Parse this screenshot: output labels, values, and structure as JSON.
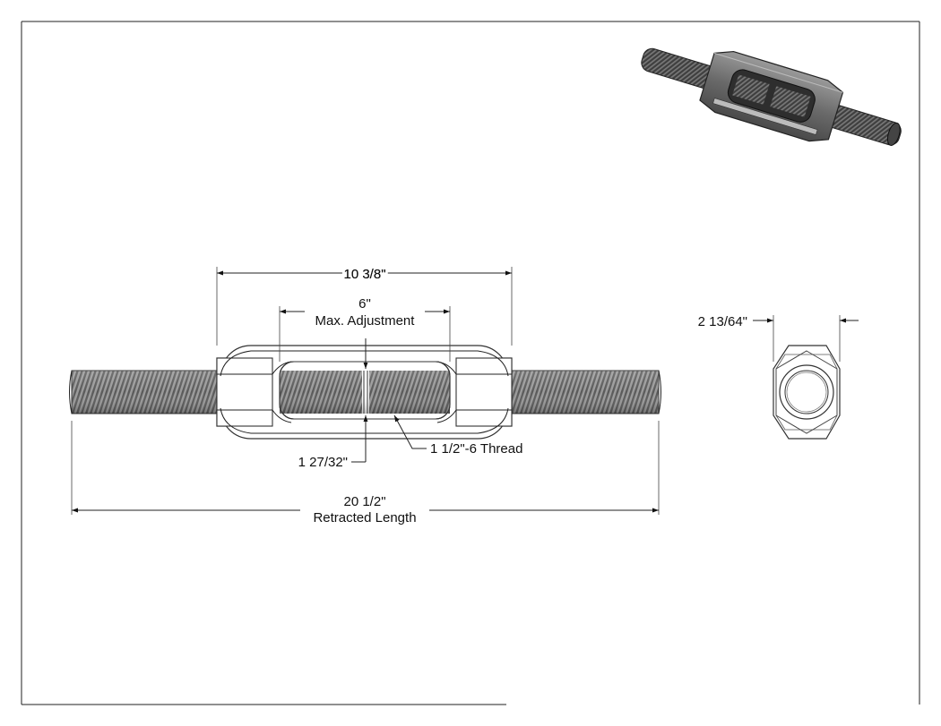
{
  "dimensions": {
    "body_length": "10 3/8\"",
    "max_adjustment_value": "6\"",
    "max_adjustment_label": "Max. Adjustment",
    "across_flats": "2 13/64\"",
    "gap": "1 27/32\"",
    "thread": "1 1/2\"-6 Thread",
    "retracted_value": "20 1/2\"",
    "retracted_label": "Retracted Length"
  },
  "colors": {
    "thread_fill": "#8c8c8c",
    "thread_dark": "#555555",
    "line": "#222222",
    "render_body": "#6e6e6e"
  }
}
